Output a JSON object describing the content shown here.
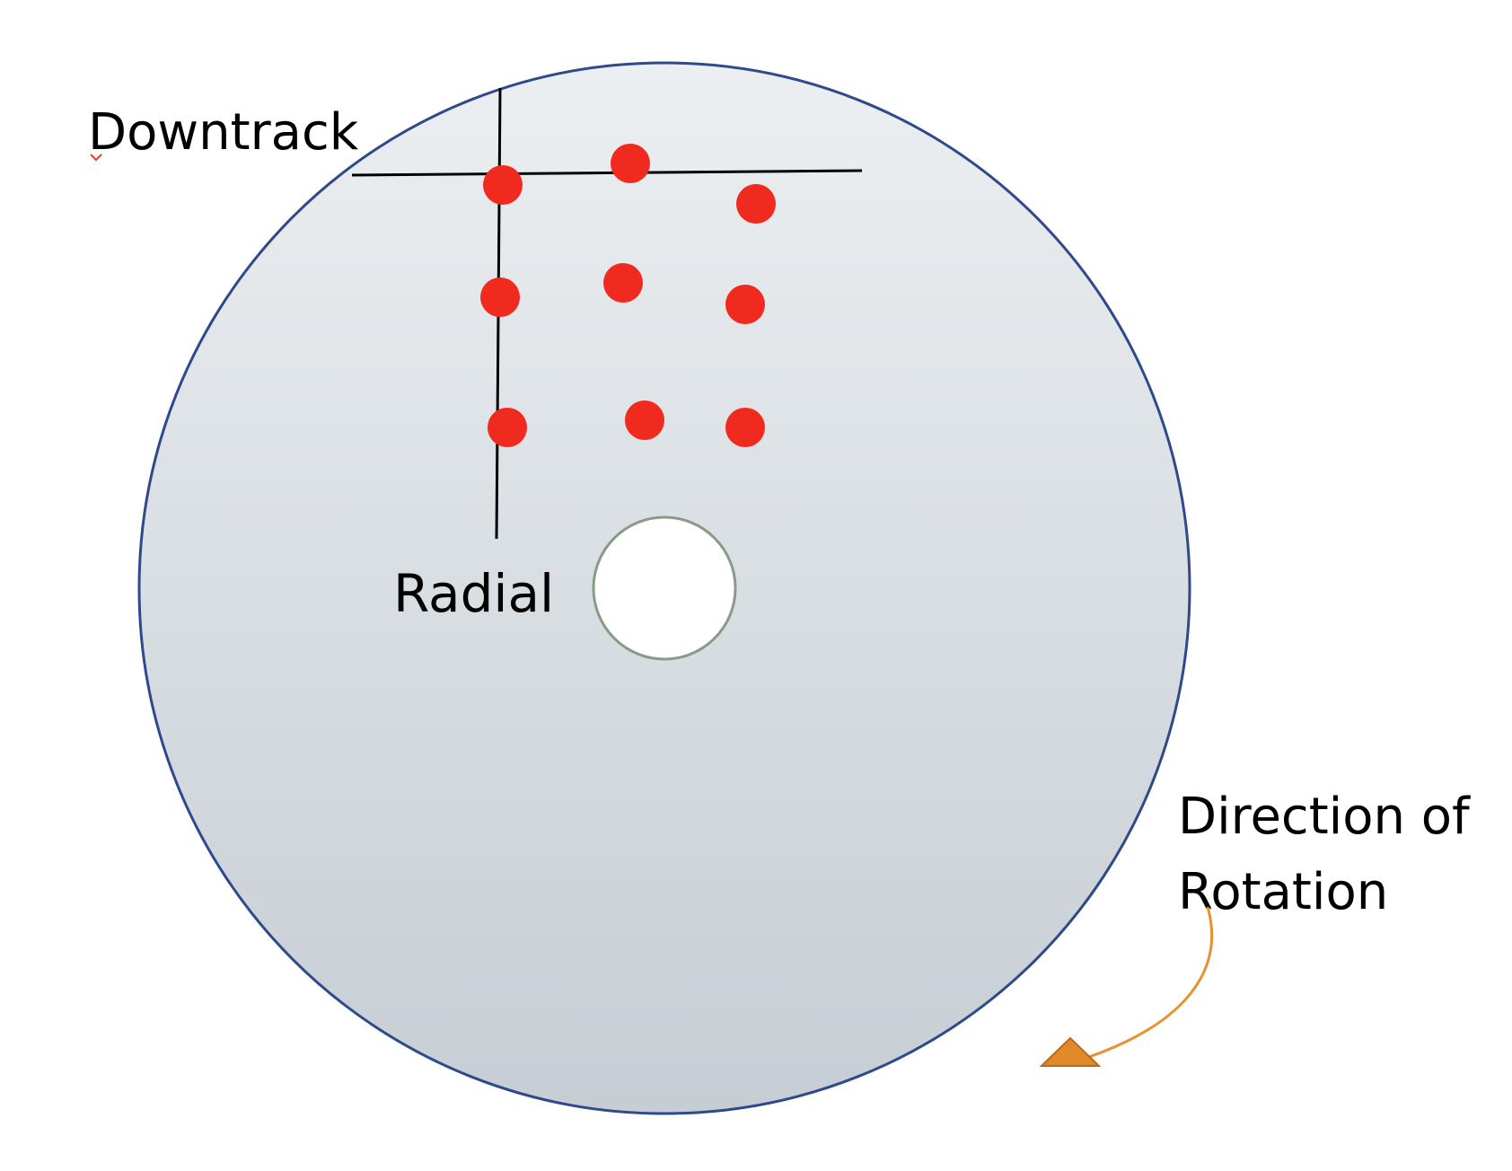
{
  "labels": {
    "downtrack": "Downtrack",
    "radial": "Radial",
    "direction_line1": "Direction of",
    "direction_line2": "Rotation"
  },
  "colors": {
    "disk_fill_top": "#eceff1",
    "disk_fill_bottom": "#c6cdd4",
    "disk_border": "#2f4a8a",
    "hole_border": "#8a9a88",
    "dots": "#f02a1e",
    "axis_lines": "#000000",
    "rotation_arrow": "#e8922e",
    "arrowhead_fill": "#e08a2c",
    "arrowhead_stroke": "#b86a18",
    "spellcheck_mark": "#e53935"
  },
  "icons": {
    "rotation_arrow": "curved-arrow-icon"
  }
}
